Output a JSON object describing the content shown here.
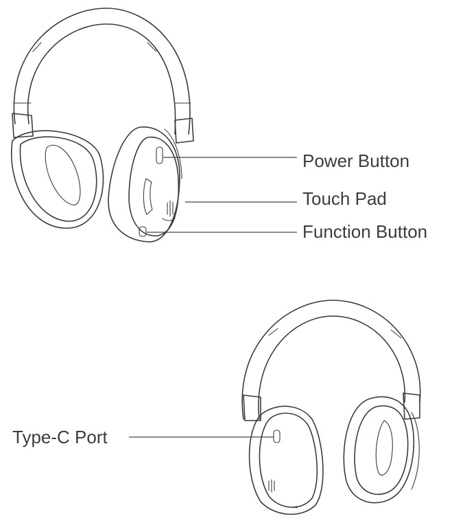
{
  "callouts": {
    "power_button": "Power Button",
    "touch_pad": "Touch Pad",
    "function_button": "Function Button",
    "type_c_port": "Type-C Port"
  },
  "colors": {
    "line": "#3a3a3a",
    "text": "#3c3c3c",
    "background": "#ffffff"
  }
}
